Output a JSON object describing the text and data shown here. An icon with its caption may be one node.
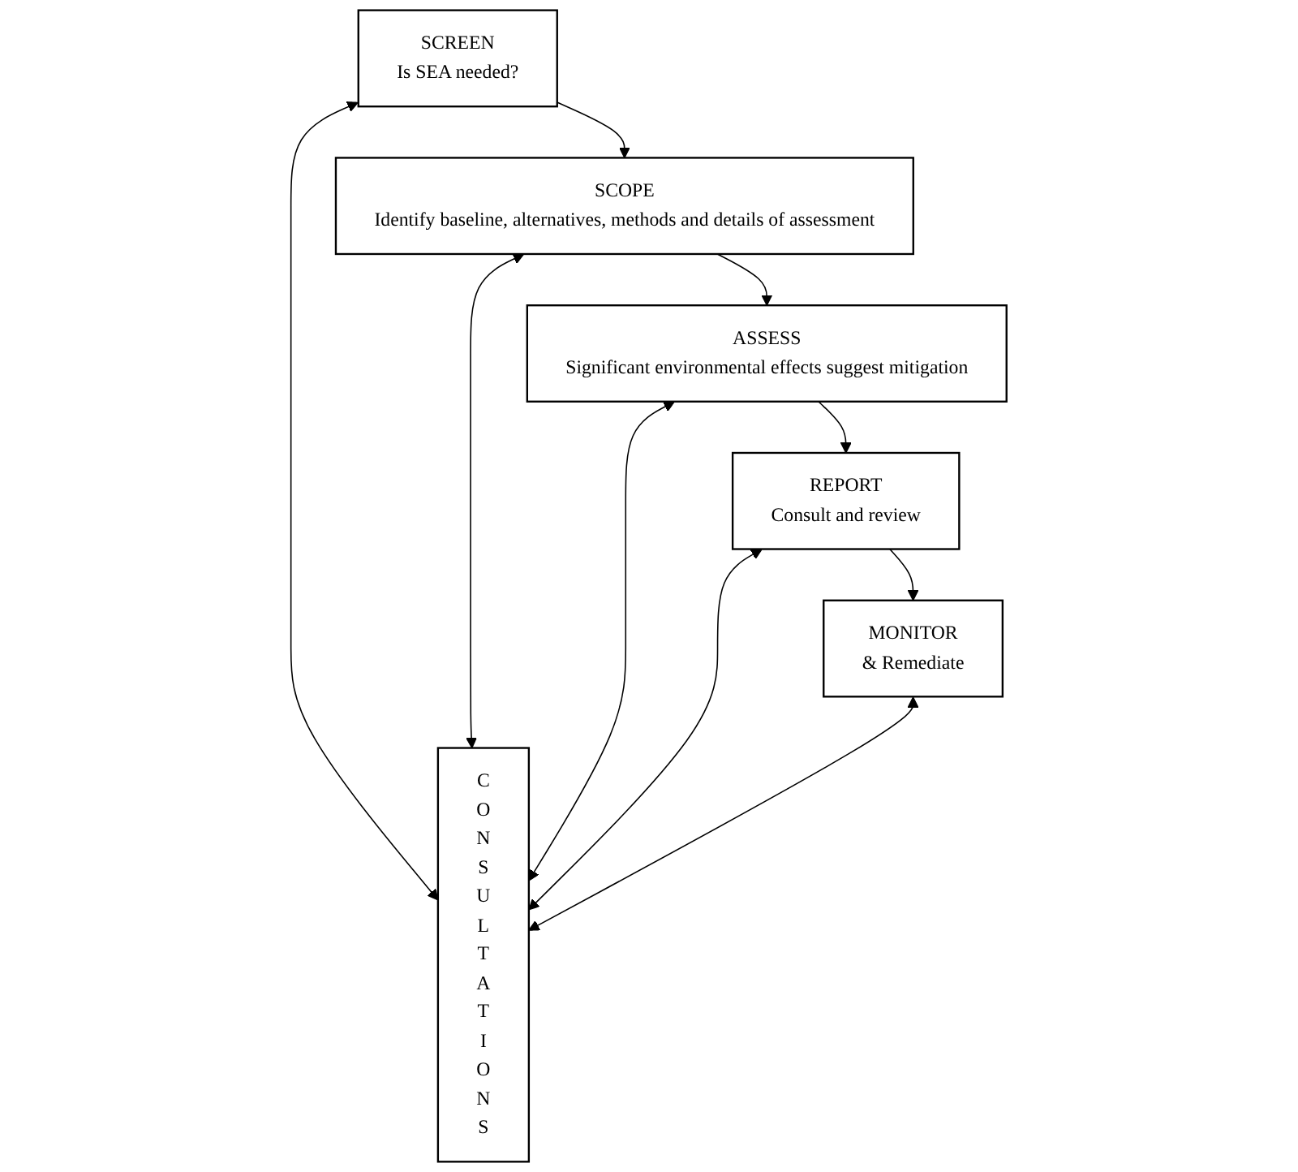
{
  "diagram": {
    "nodes": [
      {
        "text": [
          "SCREEN",
          "Is SEA needed?"
        ]
      },
      {
        "text": [
          "SCOPE",
          "Identify baseline, alternatives, methods and details of assessment"
        ]
      },
      {
        "text": [
          "ASSESS",
          "Significant environmental effects suggest mitigation"
        ]
      },
      {
        "text": [
          "REPORT",
          "Consult and review"
        ]
      },
      {
        "text": [
          "MONITOR",
          "& Remediate"
        ]
      },
      {
        "text": [
          "CONSULTATIONS"
        ]
      }
    ],
    "edges": [
      {
        "from": 0,
        "to": 1,
        "arrow": "to"
      },
      {
        "from": 1,
        "to": 2,
        "arrow": "to"
      },
      {
        "from": 2,
        "to": 3,
        "arrow": "to"
      },
      {
        "from": 3,
        "to": 4,
        "arrow": "to"
      },
      {
        "from": 0,
        "to": 5,
        "arrow": "both"
      },
      {
        "from": 1,
        "to": 5,
        "arrow": "both"
      },
      {
        "from": 2,
        "to": 5,
        "arrow": "both"
      },
      {
        "from": 3,
        "to": 5,
        "arrow": "both"
      },
      {
        "from": 4,
        "to": 5,
        "arrow": "both"
      }
    ]
  }
}
